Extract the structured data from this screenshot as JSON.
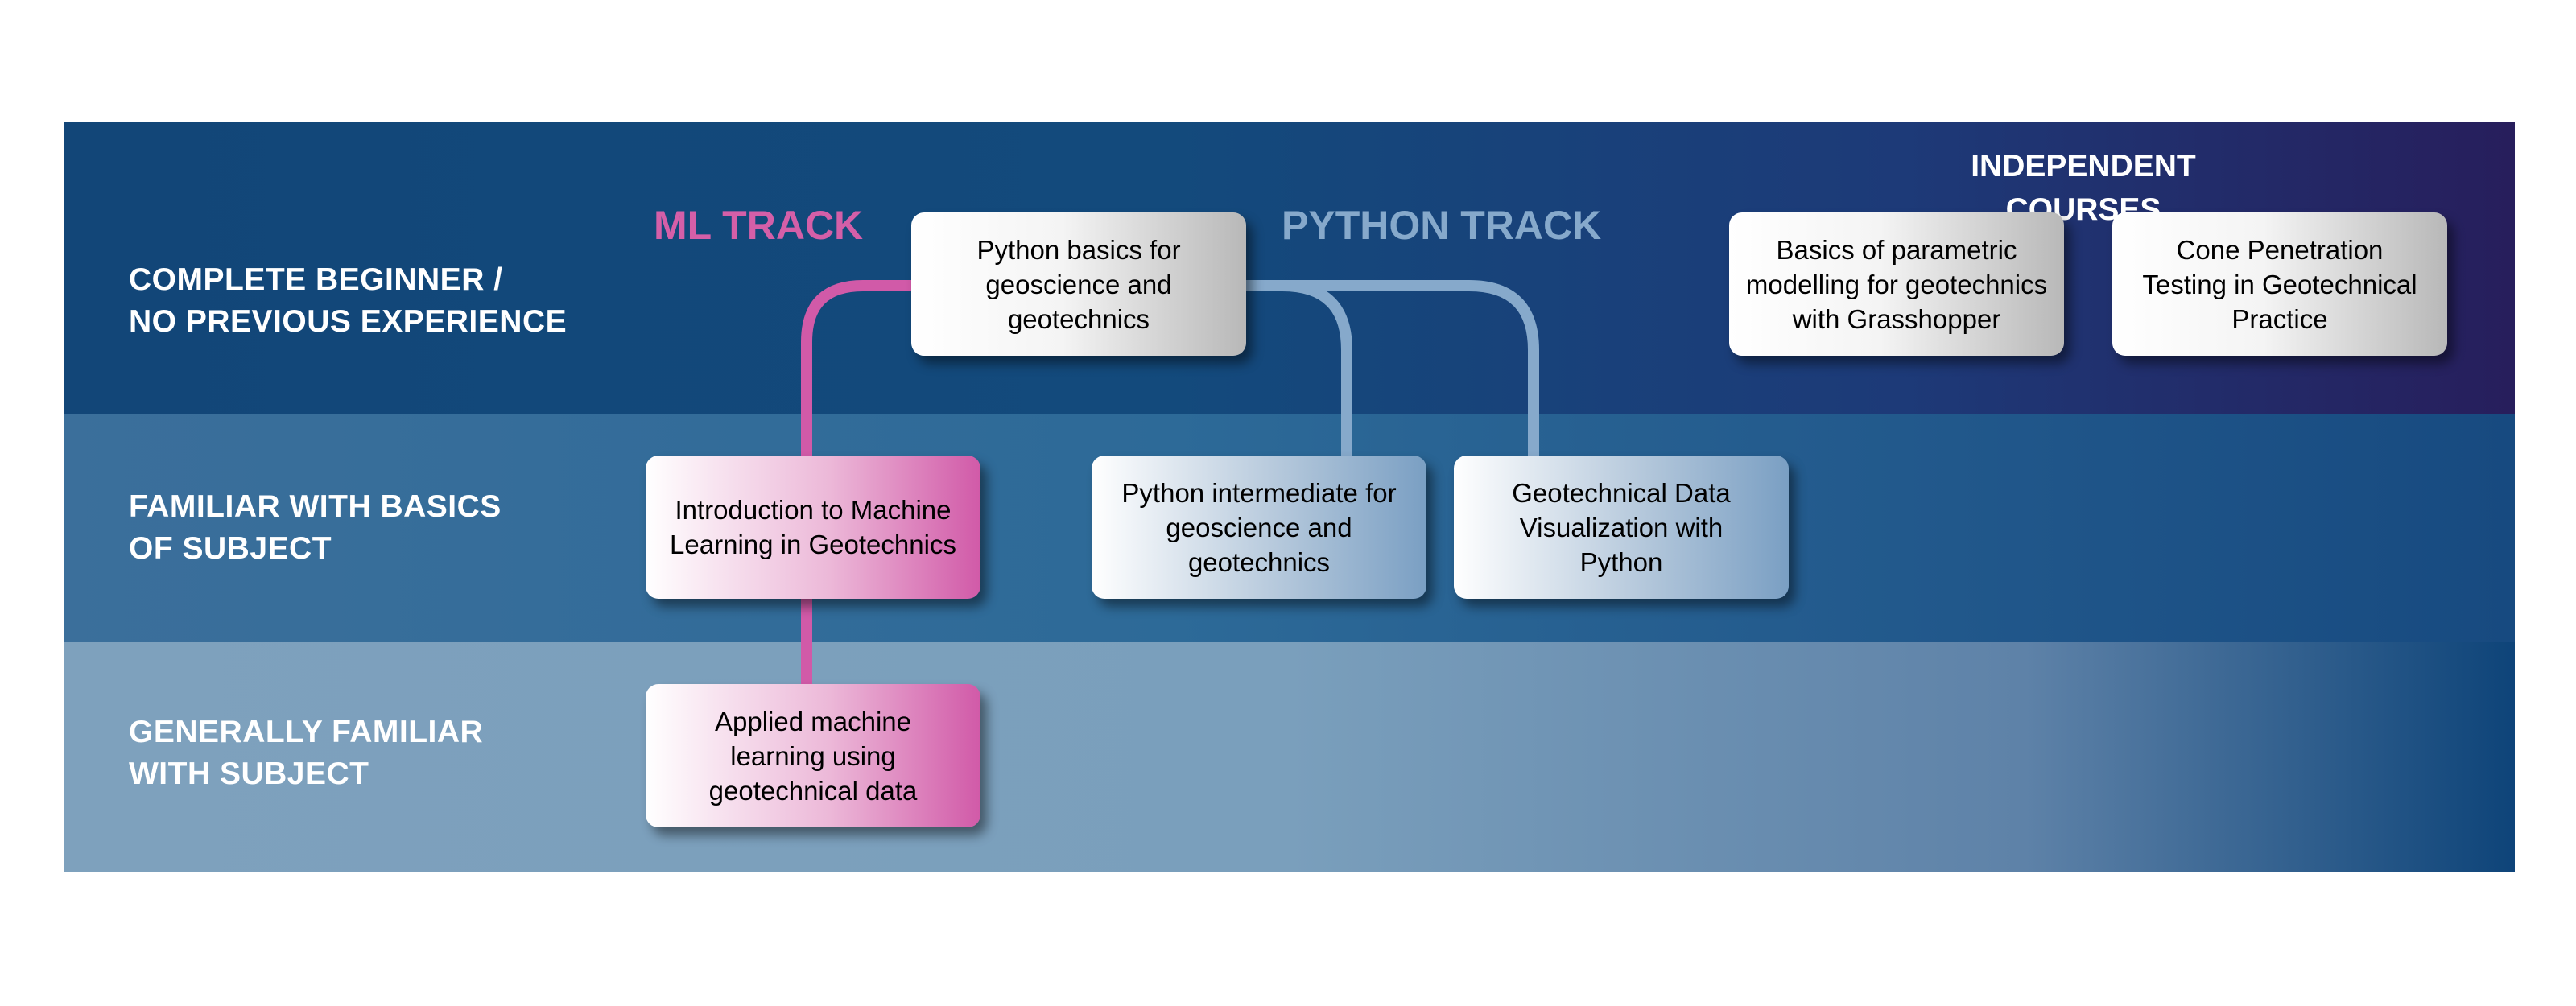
{
  "levels": [
    "COMPLETE BEGINNER /\nNO PREVIOUS EXPERIENCE",
    "FAMILIAR WITH BASICS\nOF SUBJECT",
    "GENERALLY FAMILIAR\nWITH SUBJECT"
  ],
  "tracks": {
    "ml": "ML TRACK",
    "python": "PYTHON TRACK",
    "independent": "INDEPENDENT COURSES"
  },
  "courses": {
    "python_basics": "Python basics for geoscience and geotechnics",
    "intro_ml": "Introduction to Machine Learning in Geotechnics",
    "applied_ml": "Applied machine learning using geotechnical data",
    "python_intermediate": "Python intermediate for geoscience and geotechnics",
    "geotech_dataviz": "Geotechnical Data Visualization with Python",
    "parametric_grasshopper": "Basics of parametric modelling for geotechnics with Grasshopper",
    "cpt_practice": "Cone Penetration Testing in Geotechnical Practice"
  },
  "colors": {
    "ml_accent": "#d15aa8",
    "python_accent": "#86a9cb",
    "band_top": "#124678",
    "band_middle": "#3b6f9b",
    "band_bottom": "#7ea1bd"
  }
}
